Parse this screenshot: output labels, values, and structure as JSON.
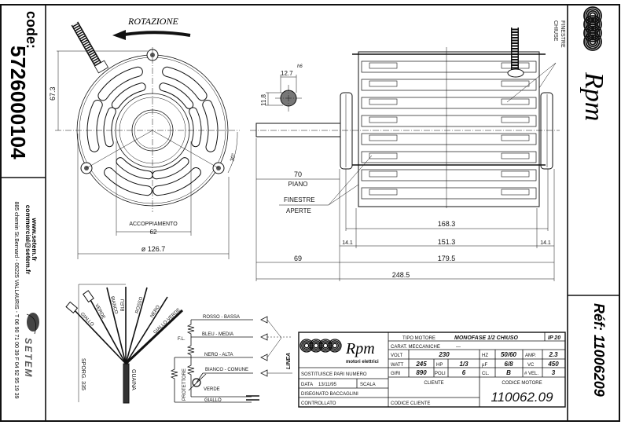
{
  "left_strip": {
    "code_label": "code:",
    "code": "5726000104",
    "website": "www.setem.fr",
    "email": "commercial@setem.fr",
    "address": "885 chemin St.Bernard  -  06225 VALLAURIS  -  T 06 90 71 00 39   F 04 92 95 19 39",
    "brand_logo": "SETEM"
  },
  "right_strip": {
    "logo": "Rpm",
    "ref": "Réf: 11006209"
  },
  "front_view": {
    "rotation": "ROTAZIONE",
    "height_dim": "67.3",
    "angle": "30°",
    "coupling_label": "ACCOPPIAMENTO",
    "coupling_dim": "62",
    "diameter_dim": "ø 126.7"
  },
  "shaft_section": {
    "width_dim": "12.7",
    "tolerance": "h6",
    "flat_dim": "11.8"
  },
  "side_view": {
    "closed_windows_1": "FINESTRE",
    "closed_windows_2": "CHIUSE",
    "open_windows_1": "FINESTRE",
    "open_windows_2": "APERTE",
    "flat_length": "70",
    "flat_label": "PIANO",
    "dims": {
      "d168": "168.3",
      "d14a": "14.1",
      "d151": "151.3",
      "d14b": "14.1",
      "d69": "69",
      "d179": "179.5",
      "d248": "248.5"
    }
  },
  "wiring": {
    "wires": [
      "GIALLO",
      "VERDE",
      "BIANCO",
      "BLEU",
      "ROSSO",
      "NERO",
      "GIALLO-VERDE"
    ],
    "sheath": "GUAINA",
    "protrusion": "SPORG. 335"
  },
  "schematic": {
    "low": "ROSSO - BASSA",
    "fl": "F.L.",
    "medium": "BLEU - MEDIA",
    "high": "NERO - ALTA",
    "common": "BIANCO - COMUNE",
    "green": "VERDE",
    "yellow": "GIALLO",
    "protector": "PROTETTORE",
    "line": "LINEA"
  },
  "title_block": {
    "logo": "Rpm",
    "logo_sub": "motori elettrici",
    "replaces": "SOSTITUISCE PARI NUMERO",
    "date_label": "DATA",
    "date": "13/11/95",
    "scale_label": "SCALA",
    "drawn": "DISEGNATO  BACCAGLINI",
    "checked": "CONTROLLATO",
    "motor_type_label": "TIPO MOTORE",
    "motor_type": "MONOFASE 1/2 CHIUSO",
    "ip": "IP 20",
    "mech_label": "CARAT. MECCANICHE",
    "mech": "—",
    "volt_label": "VOLT",
    "volt": "230",
    "hz_label": "HZ",
    "hz": "50/60",
    "amp_label": "AMP.",
    "amp": "2.3",
    "watt_label": "WATT",
    "watt": "245",
    "hp_label": "HP",
    "hp": "1/3",
    "uf_label": "µF",
    "uf": "6/8",
    "vc_label": "VC",
    "vc": "450",
    "rpm_label": "GIRI",
    "rpm": "890",
    "poles_label": "POLI",
    "poles": "6",
    "class_label": "CL.",
    "class": "B",
    "speeds_label": "# VEL.",
    "speeds": "3",
    "client_label": "CLIENTE",
    "motor_code_label": "CODICE MOTORE",
    "motor_code": "110062.09",
    "client_code_label": "CODICE CLIENTE"
  }
}
